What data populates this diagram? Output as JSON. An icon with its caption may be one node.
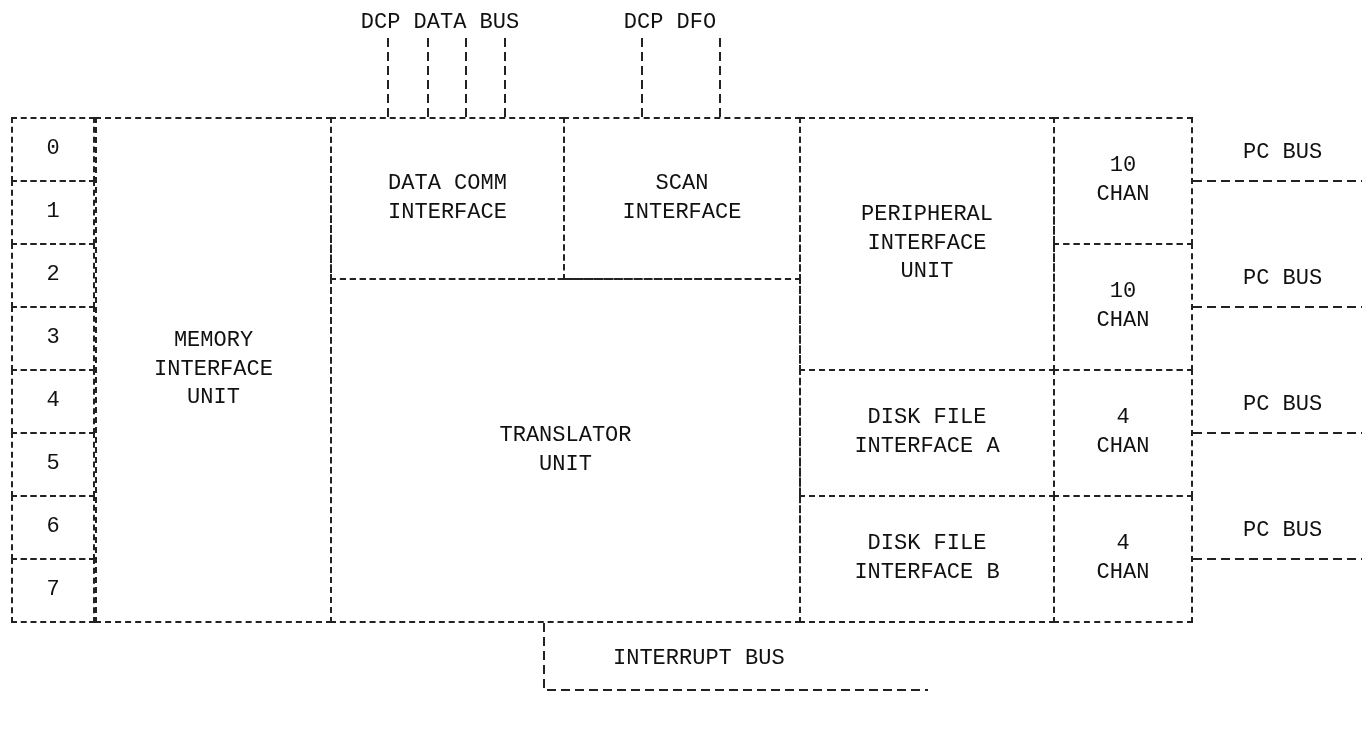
{
  "diagram": {
    "nodes": [
      {
        "text": [
          "0"
        ]
      },
      {
        "text": [
          "1"
        ]
      },
      {
        "text": [
          "2"
        ]
      },
      {
        "text": [
          "3"
        ]
      },
      {
        "text": [
          "4"
        ]
      },
      {
        "text": [
          "5"
        ]
      },
      {
        "text": [
          "6"
        ]
      },
      {
        "text": [
          "7"
        ]
      },
      {
        "text": [
          "MEMORY INTERFACE UNIT"
        ]
      },
      {
        "text": [
          "DATA COMM INTERFACE"
        ]
      },
      {
        "text": [
          "SCAN INTERFACE"
        ]
      },
      {
        "text": [
          "TRANSLATOR UNIT"
        ]
      },
      {
        "text": [
          "PERIPHERAL INTERFACE UNIT"
        ]
      },
      {
        "text": [
          "10 CHAN"
        ]
      },
      {
        "text": [
          "10 CHAN"
        ]
      },
      {
        "text": [
          "DISK FILE INTERFACE A"
        ]
      },
      {
        "text": [
          "4 CHAN"
        ]
      },
      {
        "text": [
          "DISK FILE INTERFACE B"
        ]
      },
      {
        "text": [
          "4 CHAN"
        ]
      },
      {
        "text": [
          "DCP DATA BUS"
        ]
      },
      {
        "text": [
          "DCP DFO"
        ]
      }
    ],
    "edges": [
      {
        "from": 19,
        "to": 9,
        "arrow": "none",
        "style": "dashed"
      },
      {
        "from": 19,
        "to": 9,
        "arrow": "none",
        "style": "dashed"
      },
      {
        "from": 19,
        "to": 9,
        "arrow": "none",
        "style": "dashed"
      },
      {
        "from": 19,
        "to": 9,
        "arrow": "none",
        "style": "dashed"
      },
      {
        "from": 20,
        "to": 10,
        "arrow": "none",
        "style": "dashed"
      },
      {
        "from": 20,
        "to": 10,
        "arrow": "none",
        "style": "dashed"
      },
      {
        "from": 13,
        "to": null,
        "arrow": "none",
        "label": "PC BUS",
        "style": "dashed"
      },
      {
        "from": 14,
        "to": null,
        "arrow": "none",
        "label": "PC BUS",
        "style": "dashed"
      },
      {
        "from": 16,
        "to": null,
        "arrow": "none",
        "label": "PC BUS",
        "style": "dashed"
      },
      {
        "from": 18,
        "to": null,
        "arrow": "none",
        "label": "PC BUS",
        "style": "dashed"
      },
      {
        "from": 11,
        "to": null,
        "arrow": "none",
        "label": "INTERRUPT BUS",
        "style": "dashed"
      }
    ]
  }
}
